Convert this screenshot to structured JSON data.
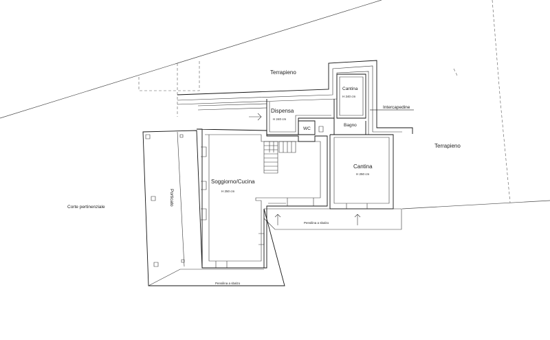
{
  "labels": {
    "terrapieno_top": "Terrapieno",
    "terrapieno_right": "Terrapieno",
    "intercapedine": "Intercapedine",
    "cantina_top": "Cantina",
    "cantina_top_h": "H 240 cm",
    "dispensa": "Dispensa",
    "dispensa_h": "H 240 cm",
    "wc": "WC",
    "bagno": "Bagno",
    "cantina": "Cantina",
    "cantina_h": "H 250 cm",
    "soggiorno": "Soggiorno/Cucina",
    "soggiorno_h": "H 250 cm",
    "porticato": "Porticato",
    "corte": "Corte pertinenziale",
    "pensilina_1": "Pensilina a sbalzo",
    "pensilina_2": "Pensilina a sbalzo"
  }
}
